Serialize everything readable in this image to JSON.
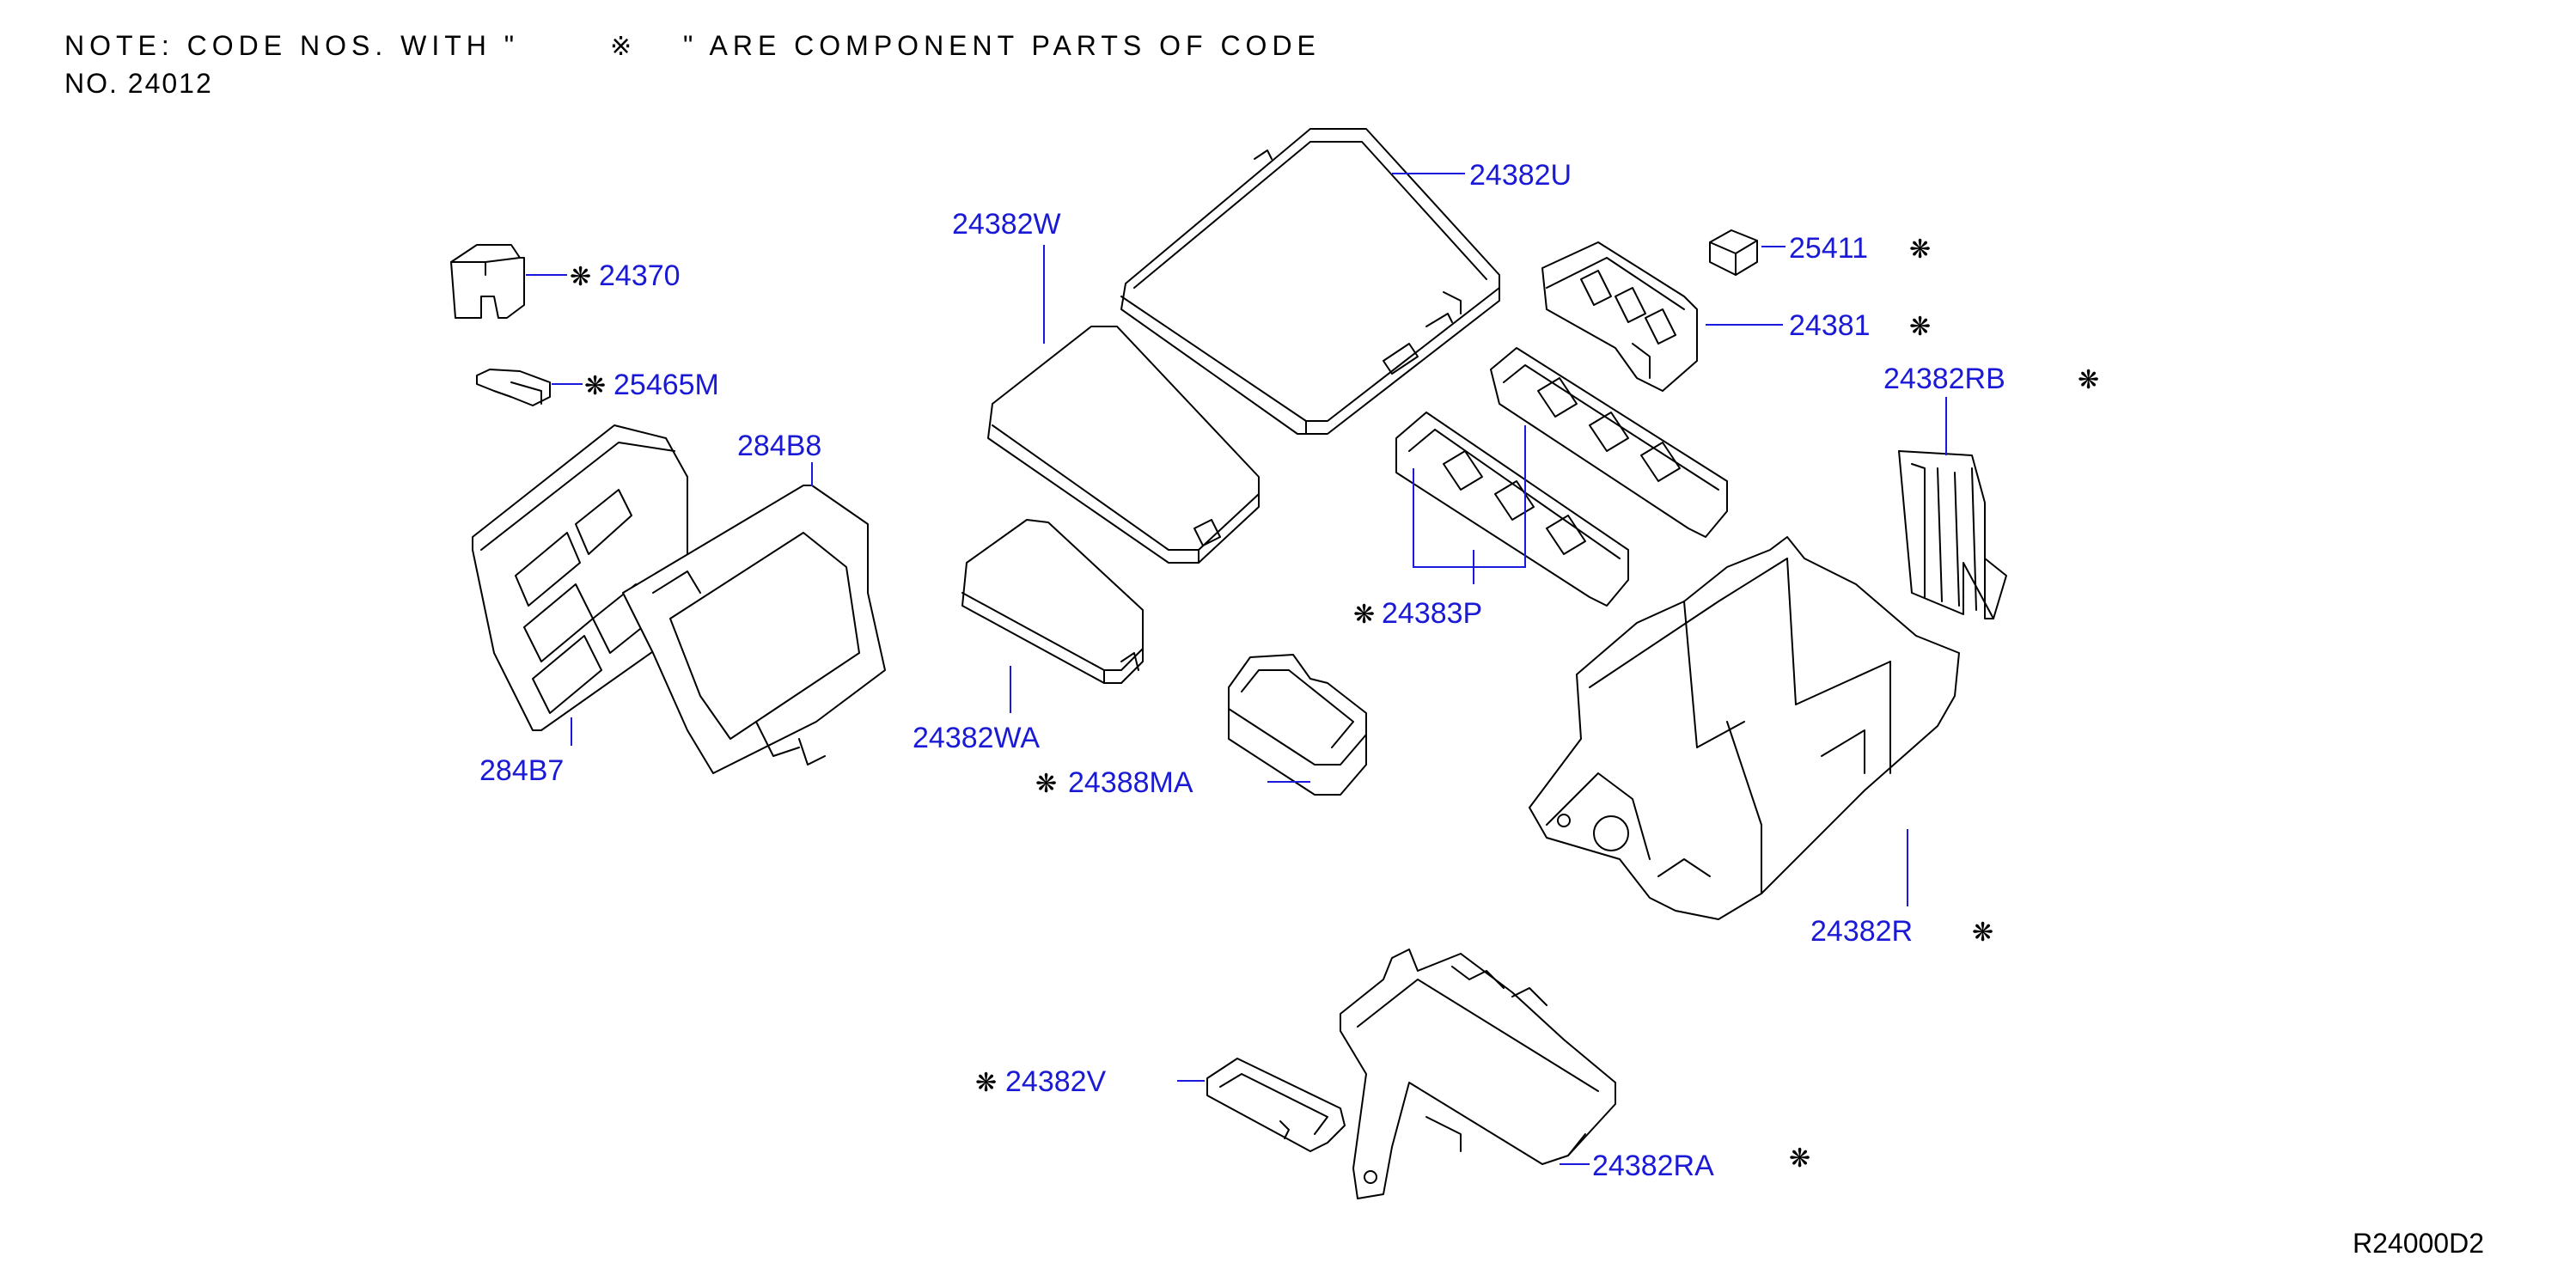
{
  "note": {
    "line1_prefix": "NOTE:  CODE  NOS.  WITH  \"",
    "line1_symbol": "※",
    "line1_suffix": "\"  ARE  COMPONENT  PARTS  OF  CODE",
    "line2": "NO.  24012"
  },
  "parts": {
    "p24382U": "24382U",
    "p24382W": "24382W",
    "p24370": "24370",
    "p25465M": "25465M",
    "p284B8": "284B8",
    "p284B7": "284B7",
    "p25411": "25411",
    "p24381": "24381",
    "p24382RB": "24382RB",
    "p24383P": "24383P",
    "p24382WA": "24382WA",
    "p24388MA": "24388MA",
    "p24382R": "24382R",
    "p24382V": "24382V",
    "p24382RA": "24382RA"
  },
  "component_mark": "❋",
  "diagram_ref": "R24000D2",
  "colors": {
    "label": "#1a1ad6",
    "line": "#000000"
  }
}
